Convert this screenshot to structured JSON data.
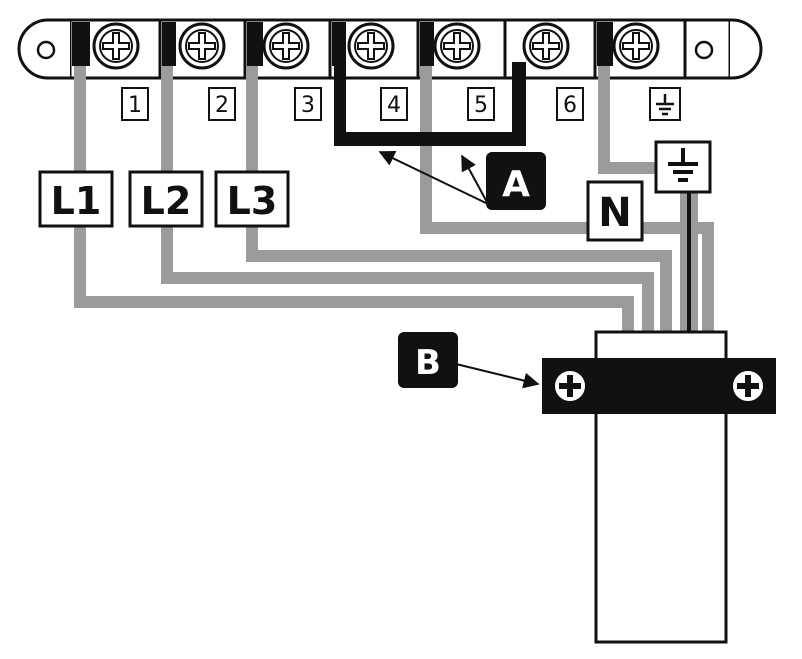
{
  "terminal_block": {
    "terminals": [
      {
        "label": "1"
      },
      {
        "label": "2"
      },
      {
        "label": "3"
      },
      {
        "label": "4"
      },
      {
        "label": "5"
      },
      {
        "label": "6"
      }
    ],
    "ground_symbol": "earth-ground-icon"
  },
  "wire_labels": {
    "l1": "L1",
    "l2": "L2",
    "l3": "L3",
    "n": "N"
  },
  "callouts": {
    "a": "A",
    "b": "B"
  },
  "colors": {
    "wire": "#9b9b9b",
    "bridge": "#111111",
    "outline": "#111111",
    "callout_bg": "#111111",
    "callout_text": "#ffffff"
  }
}
